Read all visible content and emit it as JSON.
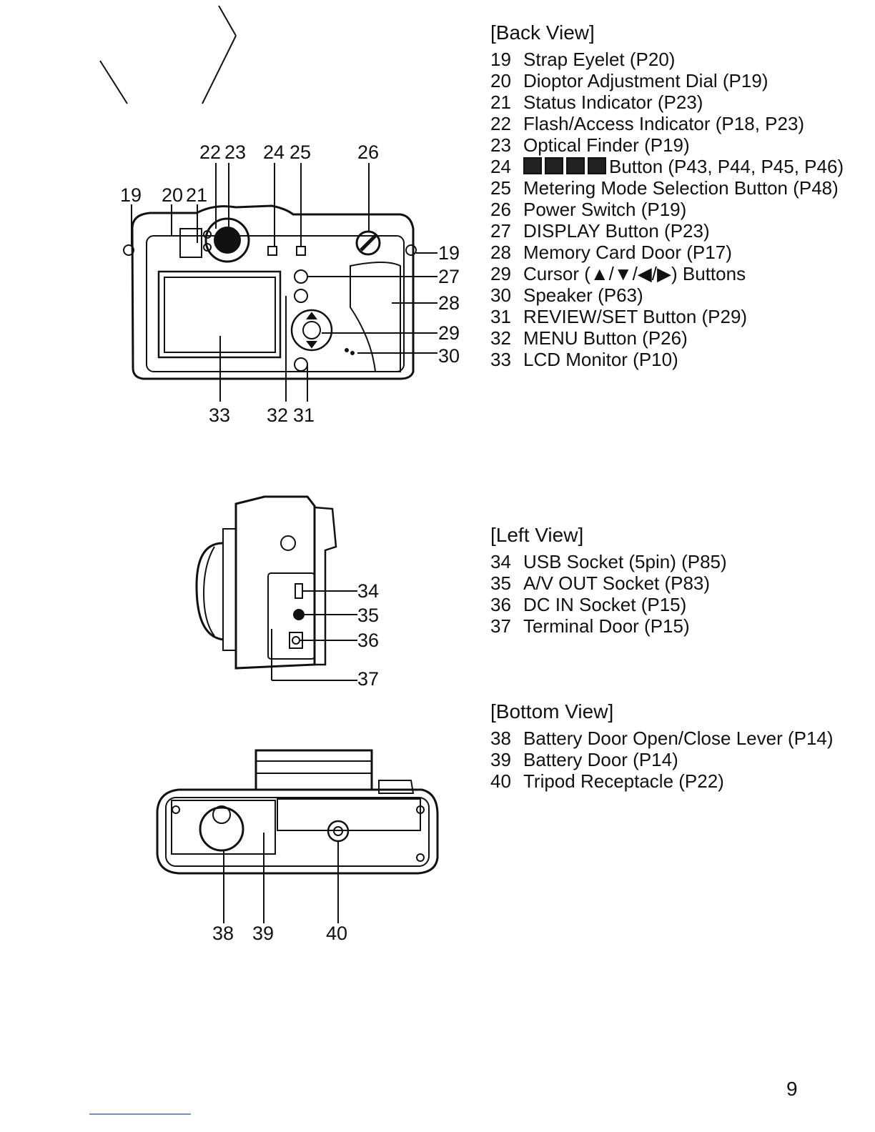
{
  "back_view": {
    "heading": "[Back View]",
    "items": [
      {
        "num": "19",
        "text": "Strap Eyelet (P20)"
      },
      {
        "num": "20",
        "text": "Dioptor Adjustment Dial (P19)"
      },
      {
        "num": "21",
        "text": "Status Indicator (P23)"
      },
      {
        "num": "22",
        "text": "Flash/Access Indicator (P18, P23)"
      },
      {
        "num": "23",
        "text": "Optical Finder (P19)"
      },
      {
        "num": "24",
        "text": "Button (P43, P44, P45, P46)"
      },
      {
        "num": "25",
        "text": "Metering Mode Selection Button (P48)"
      },
      {
        "num": "26",
        "text": "Power Switch (P19)"
      },
      {
        "num": "27",
        "text": "DISPLAY Button (P23)"
      },
      {
        "num": "28",
        "text": "Memory Card Door (P17)"
      },
      {
        "num": "29",
        "text": "Cursor (▲/▼/◀/▶) Buttons"
      },
      {
        "num": "30",
        "text": "Speaker (P63)"
      },
      {
        "num": "31",
        "text": "REVIEW/SET Button (P29)"
      },
      {
        "num": "32",
        "text": "MENU Button (P26)"
      },
      {
        "num": "33",
        "text": "LCD Monitor (P10)"
      }
    ],
    "callouts": [
      "19",
      "20",
      "21",
      "22",
      "23",
      "24",
      "25",
      "26",
      "19",
      "27",
      "28",
      "29",
      "30",
      "33",
      "32",
      "31"
    ]
  },
  "left_view": {
    "heading": "[Left View]",
    "items": [
      {
        "num": "34",
        "text": "USB Socket (5pin) (P85)"
      },
      {
        "num": "35",
        "text": "A/V OUT Socket (P83)"
      },
      {
        "num": "36",
        "text": "DC IN Socket (P15)"
      },
      {
        "num": "37",
        "text": "Terminal Door (P15)"
      }
    ],
    "callouts": [
      "34",
      "35",
      "36",
      "37"
    ]
  },
  "bottom_view": {
    "heading": "[Bottom View]",
    "items": [
      {
        "num": "38",
        "text": "Battery Door Open/Close Lever (P14)"
      },
      {
        "num": "39",
        "text": "Battery Door (P14)"
      },
      {
        "num": "40",
        "text": "Tripod Receptacle (P22)"
      }
    ],
    "callouts": [
      "38",
      "39",
      "40"
    ]
  },
  "page_number": "9"
}
